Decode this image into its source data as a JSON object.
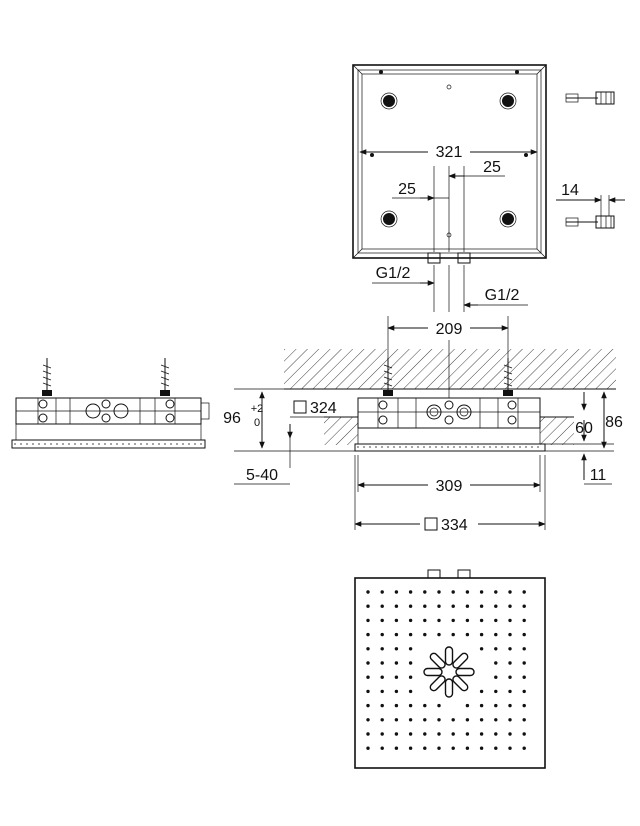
{
  "dimensions": {
    "d321": "321",
    "d25a": "25",
    "d25b": "25",
    "d14": "14",
    "g12a": "G1/2",
    "g12b": "G1/2",
    "d209": "209",
    "d96": "96",
    "tol_plus": "+2",
    "tol_zero": "0",
    "d324": "324",
    "d60": "60",
    "d86": "86",
    "d11": "11",
    "d540": "5-40",
    "d309": "309",
    "d334": "334"
  }
}
